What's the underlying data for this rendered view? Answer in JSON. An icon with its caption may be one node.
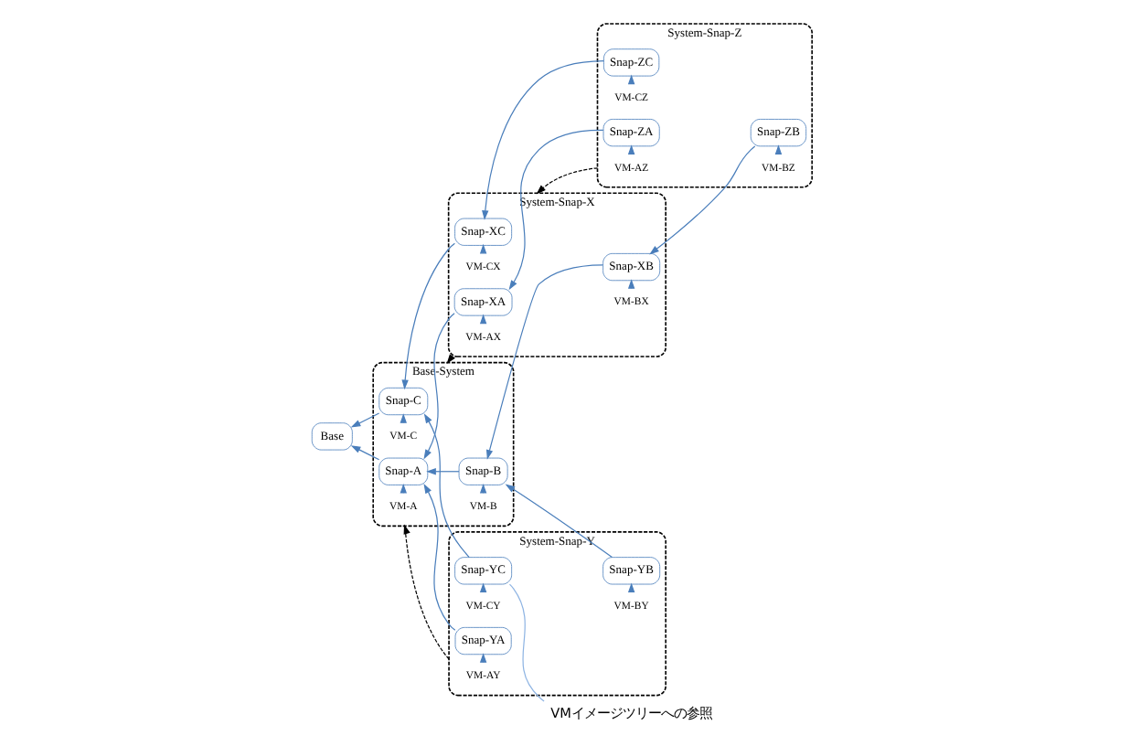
{
  "diagram": {
    "nodes": [
      {
        "text": [
          "Base"
        ]
      },
      {
        "text": [
          "Base-System"
        ]
      },
      {
        "text": [
          "VM-A"
        ],
        "in": 1
      },
      {
        "text": [
          "Snap-A"
        ],
        "in": 1
      },
      {
        "text": [
          "VM-B"
        ],
        "in": 1
      },
      {
        "text": [
          "Snap-B"
        ],
        "in": 1
      },
      {
        "text": [
          "VM-C"
        ],
        "in": 1
      },
      {
        "text": [
          "Snap-C"
        ],
        "in": 1
      },
      {
        "text": [
          "System-Snap-X"
        ]
      },
      {
        "text": [
          "VM-AX"
        ],
        "in": 8
      },
      {
        "text": [
          "Snap-XA"
        ],
        "in": 8
      },
      {
        "text": [
          "VM-BX"
        ],
        "in": 8
      },
      {
        "text": [
          "Snap-XB"
        ],
        "in": 8
      },
      {
        "text": [
          "VM-CX"
        ],
        "in": 8
      },
      {
        "text": [
          "Snap-XC"
        ],
        "in": 8
      },
      {
        "text": [
          "System-Snap-Z"
        ]
      },
      {
        "text": [
          "VM-AZ"
        ],
        "in": 15
      },
      {
        "text": [
          "Snap-ZA"
        ],
        "in": 15
      },
      {
        "text": [
          "VM-BZ"
        ],
        "in": 15
      },
      {
        "text": [
          "Snap-ZB"
        ],
        "in": 15
      },
      {
        "text": [
          "VM-CZ"
        ],
        "in": 15
      },
      {
        "text": [
          "Snap-ZC"
        ],
        "in": 15
      },
      {
        "text": [
          "System-Snap-Y"
        ]
      },
      {
        "text": [
          "VM-AY"
        ],
        "in": 22
      },
      {
        "text": [
          "Snap-YA"
        ],
        "in": 22
      },
      {
        "text": [
          "VM-BY"
        ],
        "in": 22
      },
      {
        "text": [
          "Snap-YB"
        ],
        "in": 22
      },
      {
        "text": [
          "VM-CY"
        ],
        "in": 22
      },
      {
        "text": [
          "Snap-YC"
        ],
        "in": 22
      },
      {
        "text": [
          "VMイメージツリーへの参照"
        ]
      }
    ],
    "edges": [
      {
        "from": 3,
        "to": 0,
        "arrow": "to"
      },
      {
        "from": 7,
        "to": 0,
        "arrow": "to"
      },
      {
        "from": 5,
        "to": 3,
        "arrow": "to"
      },
      {
        "from": 2,
        "to": 3,
        "arrow": "to"
      },
      {
        "from": 4,
        "to": 5,
        "arrow": "to"
      },
      {
        "from": 6,
        "to": 7,
        "arrow": "to"
      },
      {
        "from": 10,
        "to": 3,
        "arrow": "to"
      },
      {
        "from": 12,
        "to": 5,
        "arrow": "to"
      },
      {
        "from": 14,
        "to": 7,
        "arrow": "to"
      },
      {
        "from": 9,
        "to": 10,
        "arrow": "to"
      },
      {
        "from": 11,
        "to": 12,
        "arrow": "to"
      },
      {
        "from": 13,
        "to": 14,
        "arrow": "to"
      },
      {
        "from": 17,
        "to": 10,
        "arrow": "to"
      },
      {
        "from": 19,
        "to": 12,
        "arrow": "to"
      },
      {
        "from": 21,
        "to": 14,
        "arrow": "to"
      },
      {
        "from": 16,
        "to": 17,
        "arrow": "to"
      },
      {
        "from": 18,
        "to": 19,
        "arrow": "to"
      },
      {
        "from": 20,
        "to": 21,
        "arrow": "to"
      },
      {
        "from": 24,
        "to": 3,
        "arrow": "to"
      },
      {
        "from": 26,
        "to": 5,
        "arrow": "to"
      },
      {
        "from": 28,
        "to": 7,
        "arrow": "to"
      },
      {
        "from": 23,
        "to": 24,
        "arrow": "to"
      },
      {
        "from": 25,
        "to": 26,
        "arrow": "to"
      },
      {
        "from": 27,
        "to": 28,
        "arrow": "to"
      },
      {
        "from": 15,
        "to": 8,
        "arrow": "to",
        "style": "dashed",
        "color": "#000000"
      },
      {
        "from": 8,
        "to": 1,
        "arrow": "to",
        "style": "dashed",
        "color": "#000000"
      },
      {
        "from": 22,
        "to": 1,
        "arrow": "to",
        "style": "dashed",
        "color": "#000000"
      },
      {
        "from": 29,
        "to": 28,
        "arrow": "none",
        "color": "#8eb4e3"
      }
    ]
  }
}
